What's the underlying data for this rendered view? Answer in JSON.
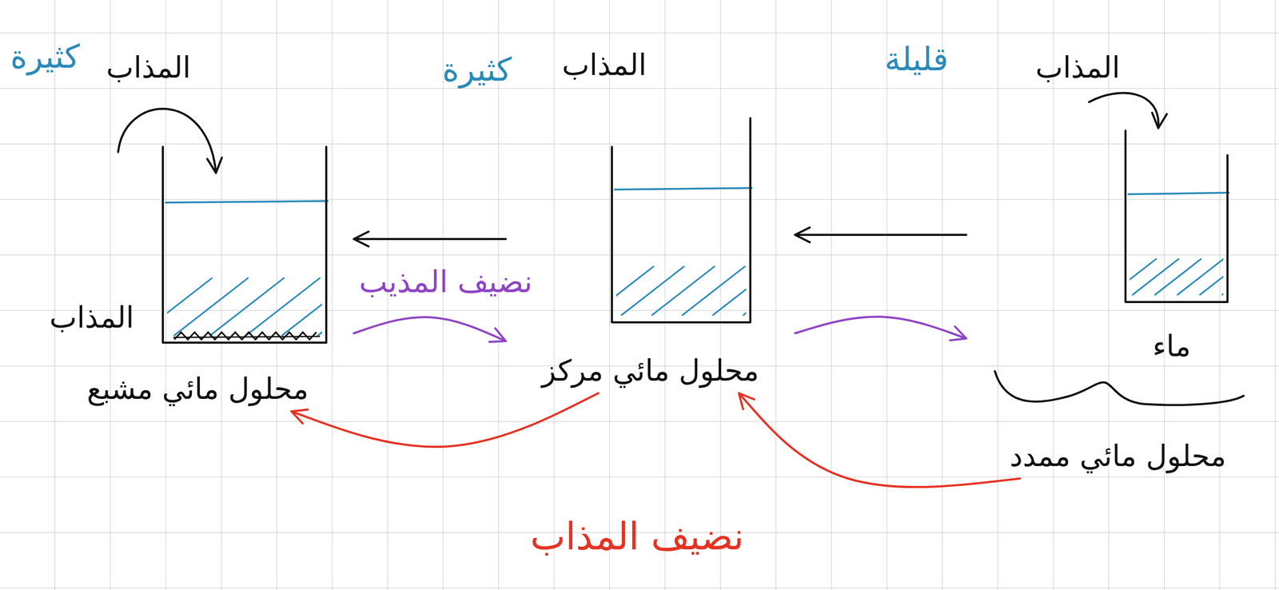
{
  "diagram": {
    "nodes": [
      {
        "text": [
          "المذاب",
          "كثيرة",
          "المذاب",
          "محلول مائي مشبع"
        ]
      },
      {
        "text": [
          "المذاب",
          "كثيرة",
          "محلول مائي مركز"
        ]
      },
      {
        "text": [
          "المذاب",
          "قليلة",
          "ماء",
          "محلول مائي ممدد"
        ]
      }
    ],
    "edges": [
      {
        "from": 2,
        "to": 1,
        "arrow": "to"
      },
      {
        "from": 1,
        "to": 0,
        "arrow": "to"
      },
      {
        "from": 0,
        "to": 1,
        "arrow": "to",
        "label": "نضيف المذيب"
      },
      {
        "from": 1,
        "to": 2,
        "arrow": "to"
      },
      {
        "from": 1,
        "to": 0,
        "arrow": "to"
      },
      {
        "from": 2,
        "to": 1,
        "arrow": "to",
        "label": "نضيف المذاب"
      }
    ]
  }
}
